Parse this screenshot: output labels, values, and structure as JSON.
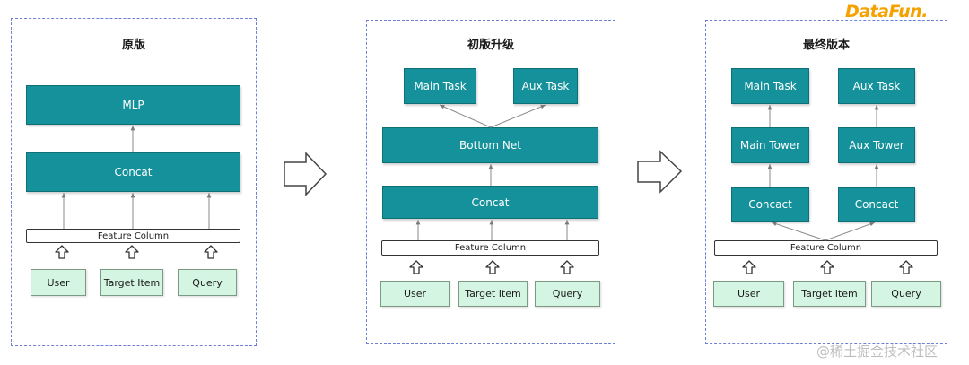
{
  "logo": "DataFun.",
  "watermark": "@稀土掘金技术社区",
  "panels": {
    "original": {
      "title": "原版",
      "mlp": "MLP",
      "concat": "Concat",
      "feature_column": "Feature Column",
      "inputs": [
        "User",
        "Target Item",
        "Query"
      ]
    },
    "upgrade": {
      "title": "初版升级",
      "main_task": "Main Task",
      "aux_task": "Aux Task",
      "bottom_net": "Bottom Net",
      "concat": "Concat",
      "feature_column": "Feature Column",
      "inputs": [
        "User",
        "Target Item",
        "Query"
      ]
    },
    "final": {
      "title": "最终版本",
      "main_task": "Main Task",
      "aux_task": "Aux Task",
      "main_tower": "Main Tower",
      "aux_tower": "Aux Tower",
      "concat_left": "Concact",
      "concat_right": "Concact",
      "feature_column": "Feature Column",
      "inputs": [
        "User",
        "Target Item",
        "Query"
      ]
    }
  },
  "colors": {
    "teal": "#14919b",
    "input_green": "#d5f5e3",
    "dashed_border": "#6f7fd6",
    "logo": "#f5a100"
  }
}
